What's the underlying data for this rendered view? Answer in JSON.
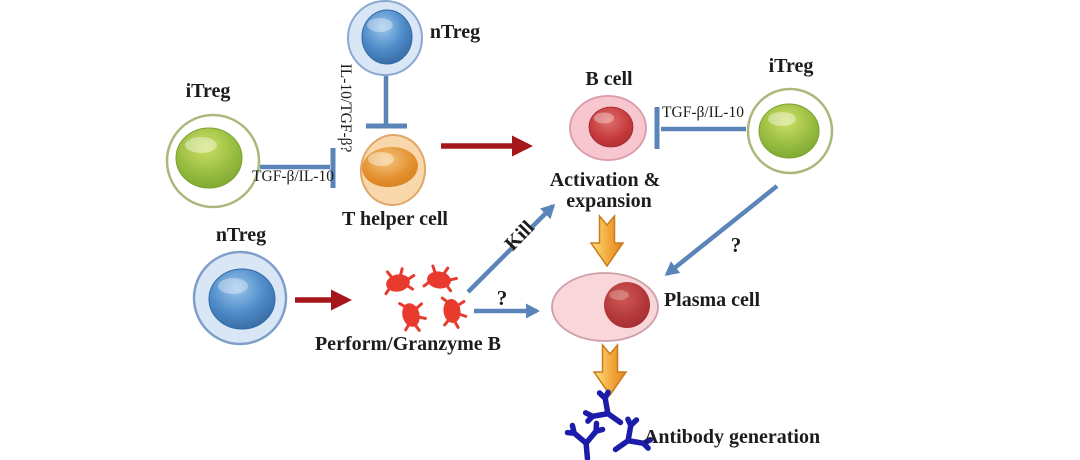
{
  "labels": {
    "ntreg_top": "nTreg",
    "itreg_left": "iTreg",
    "ntreg_bottom": "nTreg",
    "itreg_right": "iTreg",
    "t_helper": "T helper cell",
    "b_cell": "B cell",
    "plasma_cell": "Plasma cell",
    "activation_line1": "Activation &",
    "activation_line2": "expansion",
    "cytokine_vertical": "IL-10/TGF-β?",
    "cytokine_left": "TGF-β/IL-10",
    "cytokine_right": "TGF-β/IL-10",
    "perforin": "Perform/Granzyme B",
    "kill": "Kill",
    "question_left": "?",
    "question_right": "?",
    "antibody": "Antibody generation"
  },
  "colors": {
    "line_blue": "#5b84b8",
    "arrow_red": "#a6171c",
    "orange_arrow": "#ef9a28",
    "granule_red": "#e93a2e",
    "antibody_navy": "#1c1caa",
    "ntreg_inner": "#4a86c6",
    "ntreg_outer": "#d9e6f5",
    "itreg_inner": "#8fb73c",
    "thelper_inner": "#e3902f",
    "thelper_outer": "#f8d8ab",
    "bcell_inner": "#c4393c",
    "bcell_outer": "#f7c6cf",
    "plasma_outer": "#f9d6da",
    "text": "#1c1c1c",
    "background": "#ffffff"
  }
}
